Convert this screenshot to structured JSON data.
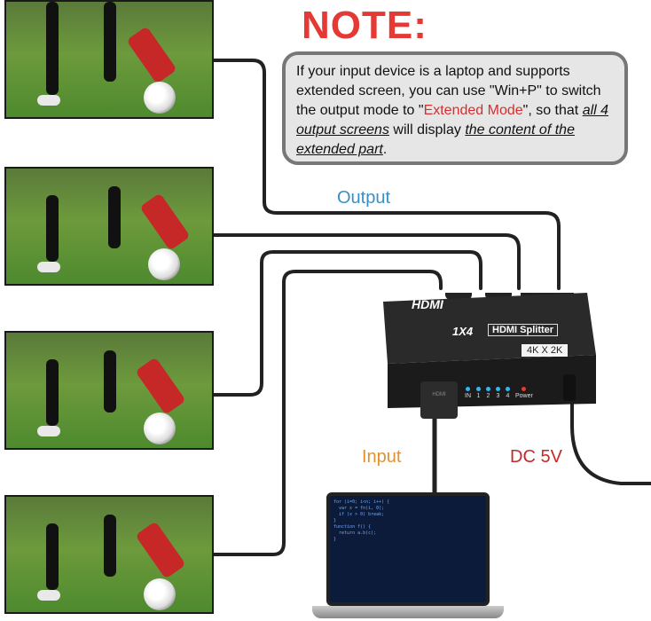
{
  "note": {
    "title": "NOTE:",
    "line_parts": {
      "p1": "If your input device is a laptop and supports extended screen, you can use \"Win+P\" to switch the output mode to \"",
      "highlight": "Extended Mode",
      "p2": "\", so that ",
      "u1": "all 4 output screens",
      "p3": " will display ",
      "u2": "the content of the extended part",
      "p4": "."
    }
  },
  "labels": {
    "output": "Output",
    "input": "Input",
    "dc": "DC 5V"
  },
  "device": {
    "brand": "HDMI",
    "model": "1X4",
    "name": "HDMI Splitter",
    "resolution": "4K X 2K",
    "leds": [
      "IN",
      "1",
      "2",
      "3",
      "4",
      "Power"
    ],
    "plug_brand": "HDMI"
  },
  "colors": {
    "note_title": "#e53935",
    "output_label": "#3a8fc4",
    "input_label": "#e0922f",
    "dc_label": "#c62828",
    "led_blue": "#35b6f0",
    "led_red": "#e53935"
  },
  "laptop_code": "for (i=0; i<n; i++) {\n  var x = fn(i, 0);\n  if (x > 0) break;\n}\nfunction f() {\n  return a.b(c);\n}"
}
